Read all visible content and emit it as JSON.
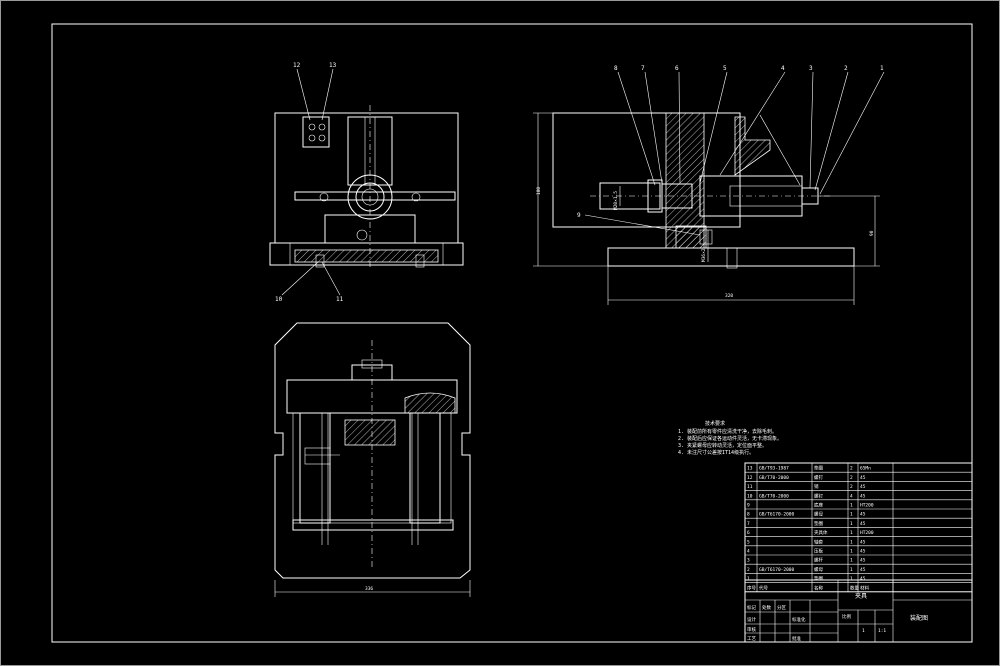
{
  "callouts_top": [
    "8",
    "7",
    "6",
    "5",
    "4",
    "3",
    "2",
    "1"
  ],
  "callouts_front_top": [
    "12",
    "13"
  ],
  "callouts_front_bottom": [
    "10",
    "11"
  ],
  "callout_side": "9",
  "dimensions": {
    "side_height": "180",
    "side_width": "320",
    "right_height": "90",
    "plan_width": "336",
    "thread_a": "M20×1.5",
    "thread_b": "M36×2"
  },
  "notes_title": "技术要求",
  "notes": [
    "1. 装配前所有零件应清洗干净，去除毛刺。",
    "2. 装配后应保证各运动件灵活，无卡滞现象。",
    "3. 夹紧螺母应转动灵活，定位面平整。",
    "4. 未注尺寸公差按IT14级执行。"
  ],
  "bom_rows": [
    {
      "no": "13",
      "code": "GB/T93-1987",
      "name": "垫圈",
      "qty": "2",
      "mat": "65Mn"
    },
    {
      "no": "12",
      "code": "GB/T70-2000",
      "name": "螺钉",
      "qty": "2",
      "mat": "45"
    },
    {
      "no": "11",
      "code": "",
      "name": "销",
      "qty": "2",
      "mat": "45"
    },
    {
      "no": "10",
      "code": "GB/T70-2000",
      "name": "螺钉",
      "qty": "4",
      "mat": "45"
    },
    {
      "no": "9",
      "code": "",
      "name": "底座",
      "qty": "1",
      "mat": "HT200"
    },
    {
      "no": "8",
      "code": "GB/T6170-2000",
      "name": "螺母",
      "qty": "1",
      "mat": "45"
    },
    {
      "no": "7",
      "code": "",
      "name": "垫圈",
      "qty": "1",
      "mat": "45"
    },
    {
      "no": "6",
      "code": "",
      "name": "夹具体",
      "qty": "1",
      "mat": "HT200"
    },
    {
      "no": "5",
      "code": "",
      "name": "轴套",
      "qty": "1",
      "mat": "45"
    },
    {
      "no": "4",
      "code": "",
      "name": "压板",
      "qty": "1",
      "mat": "45"
    },
    {
      "no": "3",
      "code": "",
      "name": "螺杆",
      "qty": "1",
      "mat": "45"
    },
    {
      "no": "2",
      "code": "GB/T6170-2000",
      "name": "螺母",
      "qty": "1",
      "mat": "45"
    },
    {
      "no": "1",
      "code": "",
      "name": "垫圈",
      "qty": "1",
      "mat": "45"
    }
  ],
  "bom_header": {
    "no": "序号",
    "code": "代号",
    "name": "名称",
    "qty": "数量",
    "mat": "材料"
  },
  "title_block": {
    "drawing_title": "夹具",
    "drawing_no": "装配图",
    "scale": "1:1",
    "sheet": "1",
    "labels": [
      "标记",
      "处数",
      "分区",
      "设计",
      "审核",
      "工艺",
      "批准",
      "标准化",
      "比例"
    ]
  }
}
